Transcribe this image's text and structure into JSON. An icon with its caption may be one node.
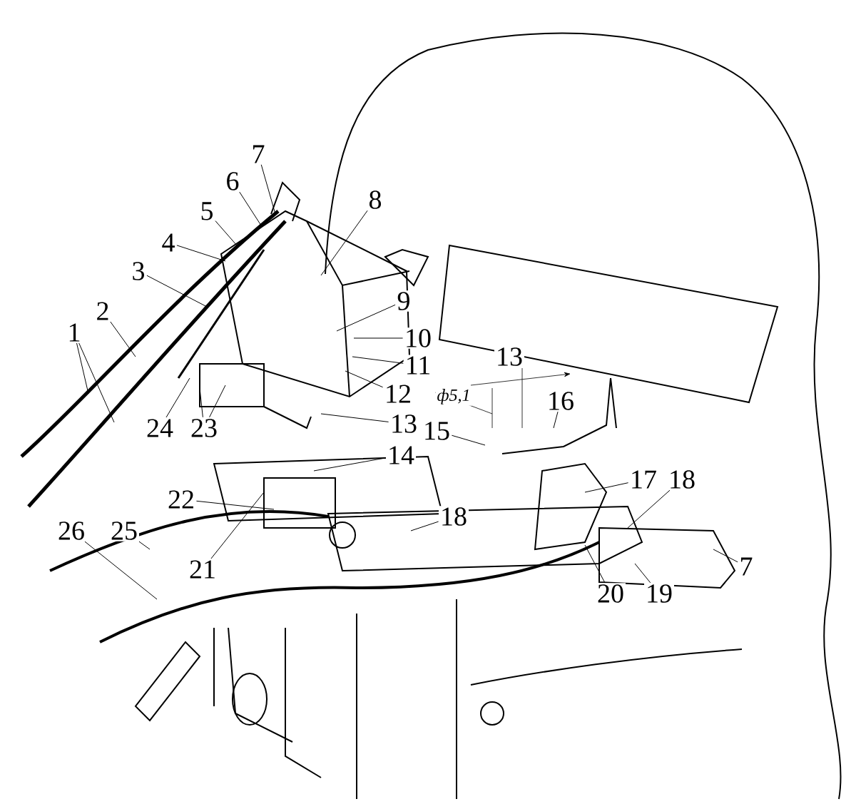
{
  "diagram": {
    "nodes": [
      {
        "text": [
          "1"
        ]
      },
      {
        "text": [
          "2"
        ]
      },
      {
        "text": [
          "3"
        ]
      },
      {
        "text": [
          "4"
        ]
      },
      {
        "text": [
          "5"
        ]
      },
      {
        "text": [
          "6"
        ]
      },
      {
        "text": [
          "7"
        ]
      },
      {
        "text": [
          "8"
        ]
      },
      {
        "text": [
          "9"
        ]
      },
      {
        "text": [
          "10"
        ]
      },
      {
        "text": [
          "11"
        ]
      },
      {
        "text": [
          "12"
        ]
      },
      {
        "text": [
          "13"
        ]
      },
      {
        "text": [
          "14"
        ]
      },
      {
        "text": [
          "15"
        ]
      },
      {
        "text": [
          "16"
        ]
      },
      {
        "text": [
          "17"
        ]
      },
      {
        "text": [
          "18"
        ]
      },
      {
        "text": [
          "18"
        ]
      },
      {
        "text": [
          "19"
        ]
      },
      {
        "text": [
          "20"
        ]
      },
      {
        "text": [
          "21"
        ]
      },
      {
        "text": [
          "22"
        ]
      },
      {
        "text": [
          "23"
        ]
      },
      {
        "text": [
          "24"
        ]
      },
      {
        "text": [
          "25"
        ]
      },
      {
        "text": [
          "26"
        ]
      },
      {
        "text": [
          "7"
        ]
      }
    ],
    "edges": [
      {
        "from": 0,
        "to": null,
        "arrow": "none"
      },
      {
        "from": 0,
        "to": null,
        "arrow": "none"
      },
      {
        "from": 1,
        "to": null,
        "arrow": "none"
      },
      {
        "from": 2,
        "to": null,
        "arrow": "none"
      },
      {
        "from": 3,
        "to": null,
        "arrow": "none"
      },
      {
        "from": 4,
        "to": null,
        "arrow": "none"
      },
      {
        "from": 5,
        "to": null,
        "arrow": "none"
      },
      {
        "from": 6,
        "to": null,
        "arrow": "none"
      },
      {
        "from": 7,
        "to": null,
        "arrow": "none"
      },
      {
        "from": 8,
        "to": null,
        "arrow": "none"
      },
      {
        "from": 9,
        "to": null,
        "arrow": "none"
      },
      {
        "from": 10,
        "to": null,
        "arrow": "none"
      },
      {
        "from": 11,
        "to": null,
        "arrow": "none"
      },
      {
        "from": 12,
        "to": null,
        "arrow": "none"
      },
      {
        "from": 13,
        "to": null,
        "arrow": "none"
      },
      {
        "from": 14,
        "to": null,
        "arrow": "none"
      },
      {
        "from": 15,
        "to": null,
        "arrow": "none"
      },
      {
        "from": 16,
        "to": null,
        "arrow": "none"
      },
      {
        "from": 17,
        "to": null,
        "arrow": "none"
      },
      {
        "from": 18,
        "to": null,
        "arrow": "none"
      },
      {
        "from": 19,
        "to": null,
        "arrow": "none"
      },
      {
        "from": 20,
        "to": null,
        "arrow": "none"
      },
      {
        "from": 21,
        "to": null,
        "arrow": "none"
      },
      {
        "from": 22,
        "to": null,
        "arrow": "none"
      },
      {
        "from": 23,
        "to": null,
        "arrow": "none"
      },
      {
        "from": 23,
        "to": null,
        "arrow": "none"
      },
      {
        "from": 24,
        "to": null,
        "arrow": "none"
      },
      {
        "from": 25,
        "to": null,
        "arrow": "none"
      },
      {
        "from": 26,
        "to": null,
        "arrow": "none"
      },
      {
        "from": 27,
        "to": null,
        "arrow": "none"
      }
    ],
    "labels": [
      "13",
      "ф5,1"
    ]
  }
}
